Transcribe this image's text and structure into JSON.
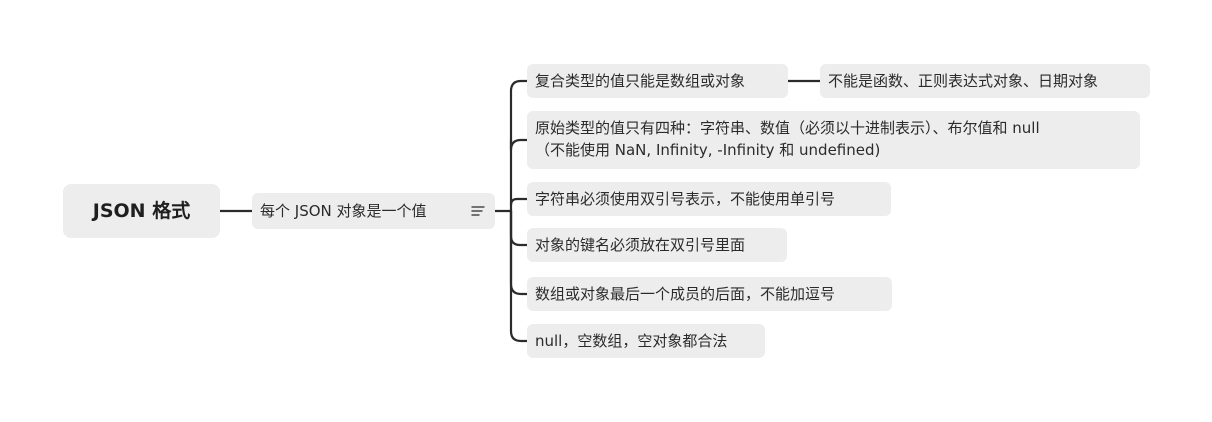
{
  "mindmap": {
    "root": {
      "label": "JSON 格式"
    },
    "center": {
      "label": "每个 JSON 对象是一个值",
      "icon": "notes-icon"
    },
    "branches": [
      {
        "label": "复合类型的值只能是数组或对象",
        "children": [
          {
            "label": "不能是函数、正则表达式对象、日期对象"
          }
        ]
      },
      {
        "lines": [
          "原始类型的值只有四种：字符串、数值（必须以十进制表示）、布尔值和 null",
          "（不能使用 NaN, Infinity, -Infinity 和 undefined)"
        ]
      },
      {
        "label": "字符串必须使用双引号表示，不能使用单引号"
      },
      {
        "label": "对象的键名必须放在双引号里面"
      },
      {
        "label": "数组或对象最后一个成员的后面，不能加逗号"
      },
      {
        "label": "null，空数组，空对象都合法"
      }
    ]
  },
  "colors": {
    "node_fill": "#ededed",
    "connector": "#2b2b2b",
    "text": "#2b2b2b"
  }
}
